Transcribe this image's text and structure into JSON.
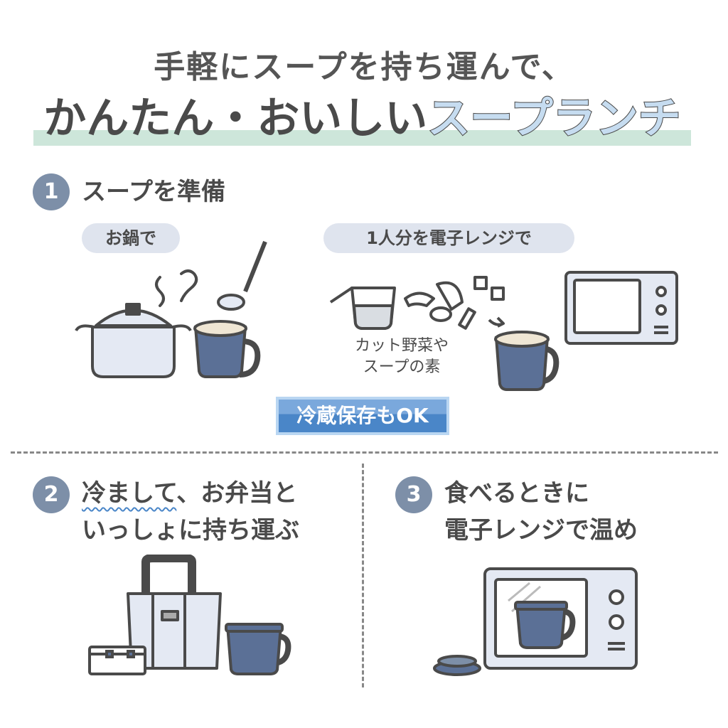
{
  "title": {
    "line1": "手軽にスープを持ち運んで、",
    "line2_plain": "かんたん・おいしい",
    "line2_highlight": "スープランチ"
  },
  "steps": [
    {
      "number": "1",
      "heading": "スープを準備",
      "options": [
        "お鍋で",
        "1人分を電子レンジで"
      ],
      "ingredient_caption": [
        "カット野菜や",
        "スープの素"
      ],
      "badge": "冷蔵保存もOK"
    },
    {
      "number": "2",
      "heading_line1_underlined": "冷まして",
      "heading_line1_rest": "、お弁当と",
      "heading_line2": "いっしょに持ち運ぶ"
    },
    {
      "number": "3",
      "heading_line1": "食べるときに",
      "heading_line2": "電子レンジで温め"
    }
  ],
  "colors": {
    "text": "#4a4a4a",
    "step_circle": "#7d8fa8",
    "pill": "#dfe4ee",
    "band": "#cde6da",
    "highlight": "#c6dcf0",
    "mug": "#5b7096",
    "badge": "#4a86c8"
  }
}
